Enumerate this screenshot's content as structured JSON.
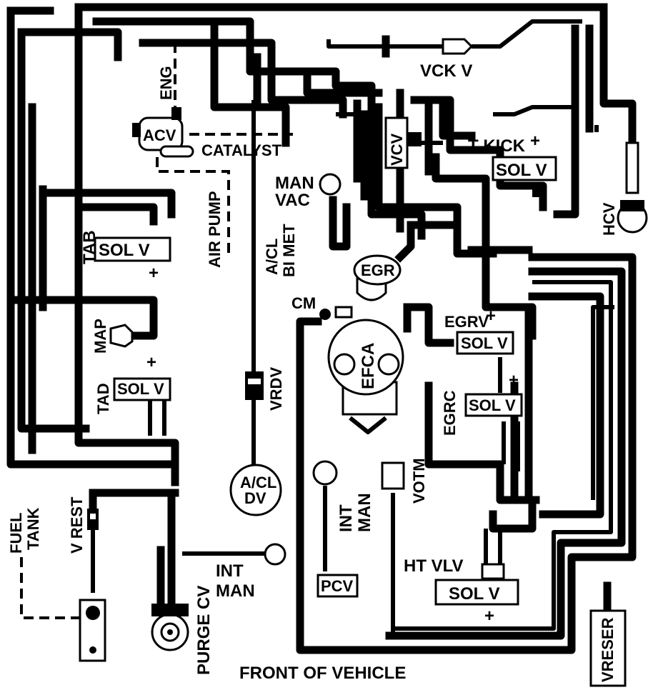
{
  "labels": {
    "vck_v": "VCK V",
    "eng": "ENG",
    "acv": "ACV",
    "catalyst": "CATALYST",
    "vcv": "VCV",
    "t_kick": "T KICK",
    "sol_v": "SOL V",
    "man_vac_1": "MAN",
    "man_vac_2": "VAC",
    "tab": "TAB",
    "air_pump": "AIR PUMP",
    "acl_bimet_1": "A/CL",
    "acl_bimet_2": "BI MET",
    "hcv": "HCV",
    "egr": "EGR",
    "cm": "CM",
    "egrv": "EGRV",
    "map": "MAP",
    "efca": "EFCA",
    "tad": "TAD",
    "vrdv": "VRDV",
    "egrc": "EGRC",
    "votm": "VOTM",
    "acl_dv_1": "A/CL",
    "acl_dv_2": "DV",
    "int_man_vert_1": "INT",
    "int_man_vert_2": "MAN",
    "fuel_tank_1": "FUEL",
    "fuel_tank_2": "TANK",
    "v_rest": "V REST",
    "int_man_1": "INT",
    "int_man_2": "MAN",
    "ht_vlv": "HT VLV",
    "pcv": "PCV",
    "purge_cv": "PURGE CV",
    "vreser": "VRESER",
    "front": "FRONT OF VEHICLE",
    "plus": "+"
  }
}
